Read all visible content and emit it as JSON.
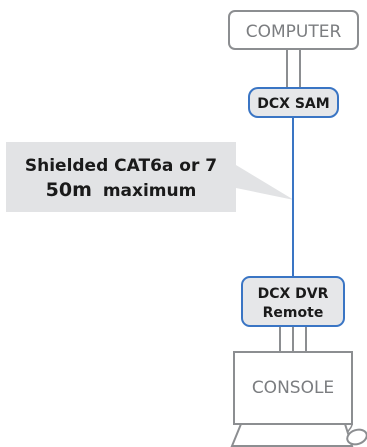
{
  "diagram": {
    "computer_label": "COMPUTER",
    "sam_label": "DCX SAM",
    "callout_line1": "Shielded CAT6a or 7",
    "callout_distance": "50m",
    "callout_suffix": "maximum",
    "remote_line1": "DCX DVR",
    "remote_line2": "Remote",
    "console_label": "CONSOLE"
  },
  "colors": {
    "box_stroke": "#8c8e91",
    "module_stroke": "#3a75c4",
    "module_fill": "#e6e7e9",
    "link_line": "#3a75c4",
    "callout_fill": "#e2e3e5",
    "text_dark": "#1a1a1a",
    "text_grey": "#7b7d80"
  }
}
